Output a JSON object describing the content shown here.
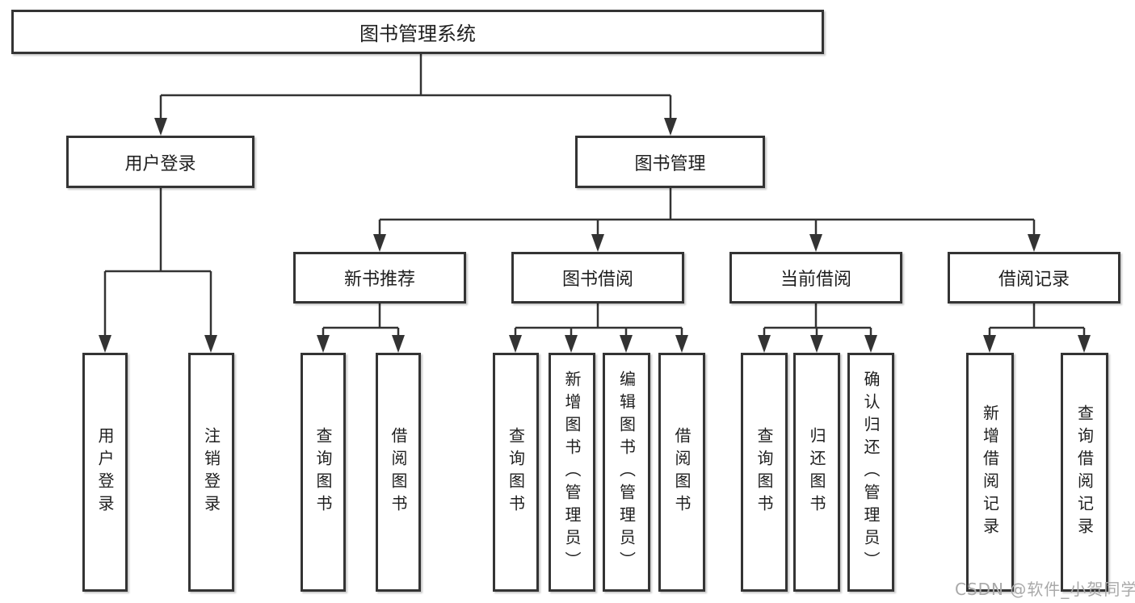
{
  "tree": {
    "label": "图书管理系统",
    "children": [
      {
        "label": "用户登录",
        "children": [
          {
            "label": "用户登录"
          },
          {
            "label": "注销登录"
          }
        ]
      },
      {
        "label": "图书管理",
        "children": [
          {
            "label": "新书推荐",
            "children": [
              {
                "label": "查询图书"
              },
              {
                "label": "借阅图书"
              }
            ]
          },
          {
            "label": "图书借阅",
            "children": [
              {
                "label": "查询图书"
              },
              {
                "label": "新增图书（管理员）"
              },
              {
                "label": "编辑图书（管理员）"
              },
              {
                "label": "借阅图书"
              }
            ]
          },
          {
            "label": "当前借阅",
            "children": [
              {
                "label": "查询图书"
              },
              {
                "label": "归还图书"
              },
              {
                "label": "确认归还（管理员）"
              }
            ]
          },
          {
            "label": "借阅记录",
            "children": [
              {
                "label": "新增借阅记录"
              },
              {
                "label": "查询借阅记录"
              }
            ]
          }
        ]
      }
    ]
  },
  "watermark": "CSDN @软件_小贺同学",
  "colors": {
    "line": "#333333",
    "box_border": "#343434",
    "box_fill": "#ffffff",
    "text": "#1f1f1f",
    "watermark": "#a9a9a9",
    "background": "#ffffff"
  }
}
